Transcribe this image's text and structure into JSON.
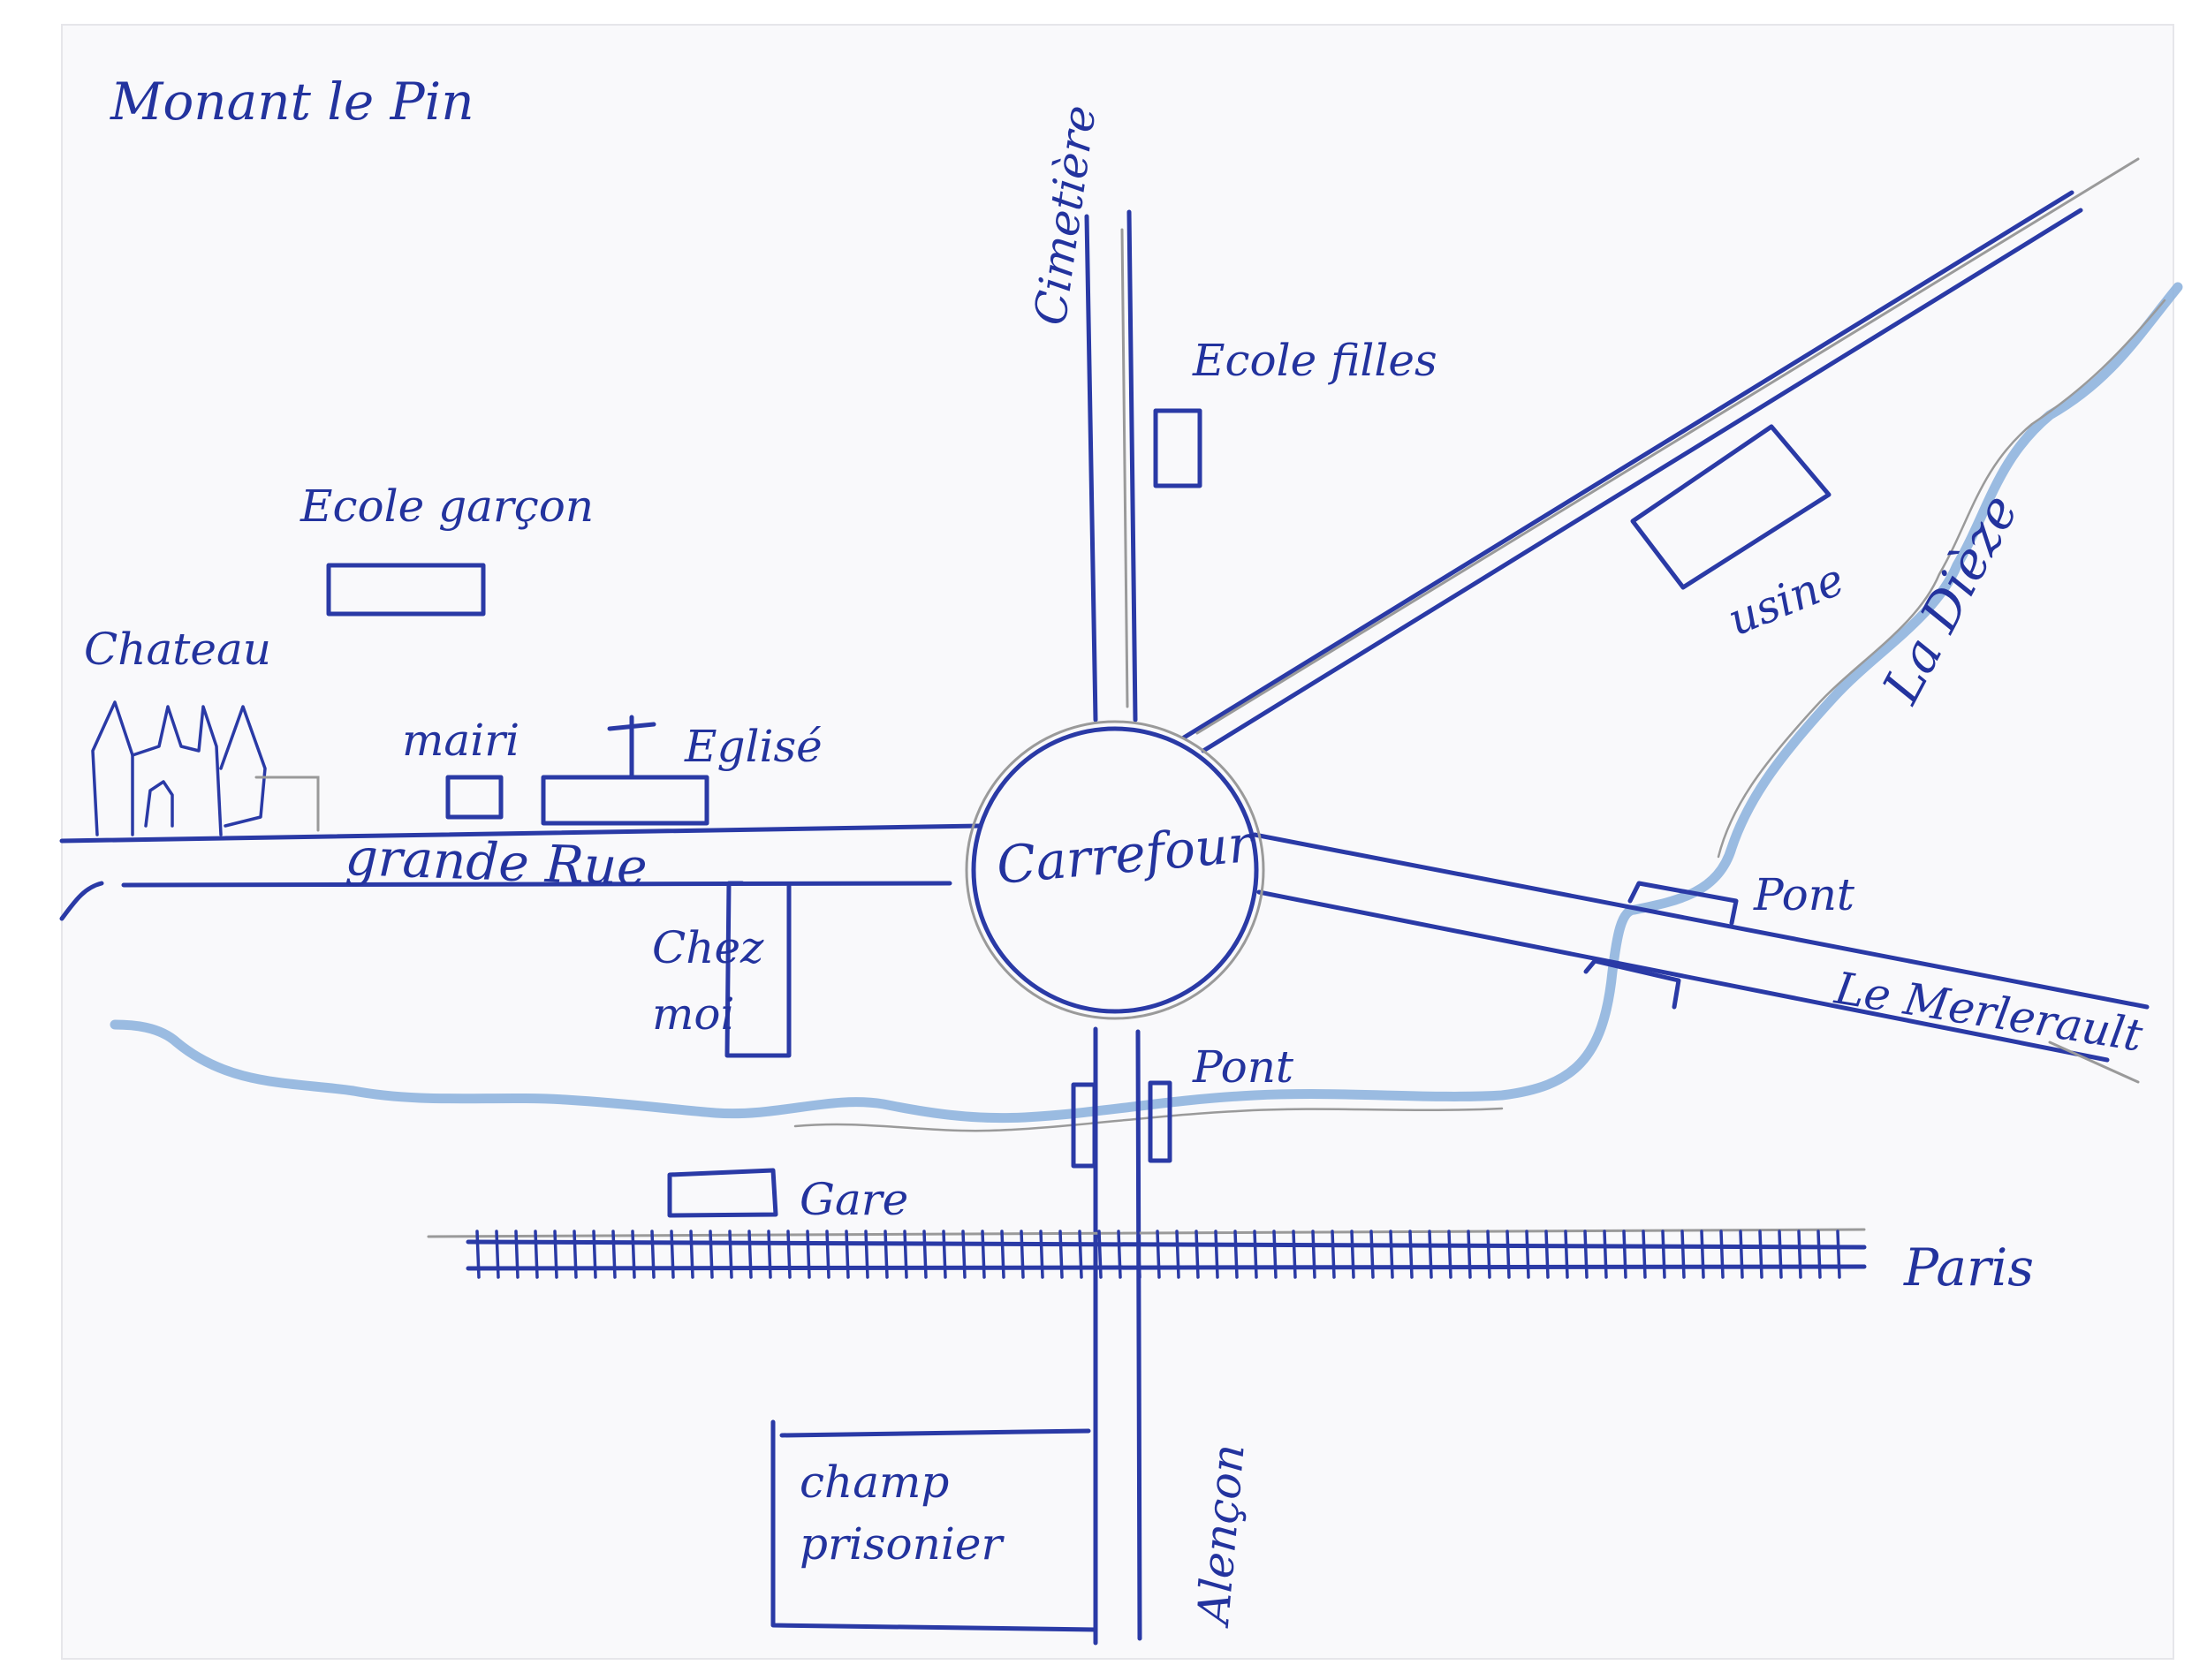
{
  "map": {
    "title": "Monant le Pin",
    "ink_color": "#2a3aa6",
    "river_color": "#8fb4de",
    "pencil_color": "#9a9a9a",
    "paper_color": "#f9f9fb",
    "labels": {
      "chateau": "Chateau",
      "ecole_garcon": "Ecole garçon",
      "mairie": "mairi",
      "eglise": "Eglisé",
      "grande_rue": "grande Rue",
      "carrefour": "Carrefour",
      "cimetiere": "Cimetière",
      "ecole_filles": "Ecole filles",
      "usine": "usine",
      "riviere": "La Dièze",
      "pont_east": "Pont",
      "merlerault": "Le Merlerault",
      "chez_moi_1": "Chez",
      "chez_moi_2": "moi",
      "pont_south": "Pont",
      "gare": "Gare",
      "paris": "Paris",
      "champ_1": "champ",
      "champ_2": "prisonier",
      "alencon": "Alençon"
    }
  }
}
